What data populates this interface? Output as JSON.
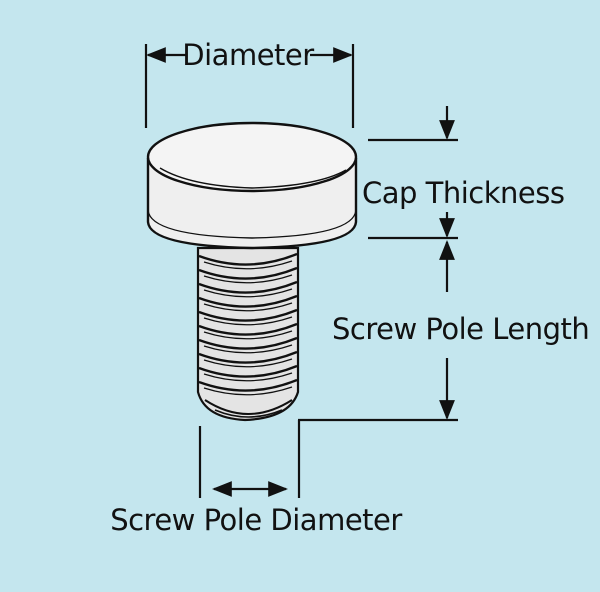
{
  "diagram": {
    "labels": {
      "diameter": "Diameter",
      "cap_thickness": "Cap Thickness",
      "screw_pole_length": "Screw Pole Length",
      "screw_pole_diameter": "Screw Pole Diameter"
    },
    "colors": {
      "background": "#c4e6ee",
      "line": "#111111",
      "cap_face": "#f2f2f2",
      "thread": "#e4e4e4"
    }
  }
}
